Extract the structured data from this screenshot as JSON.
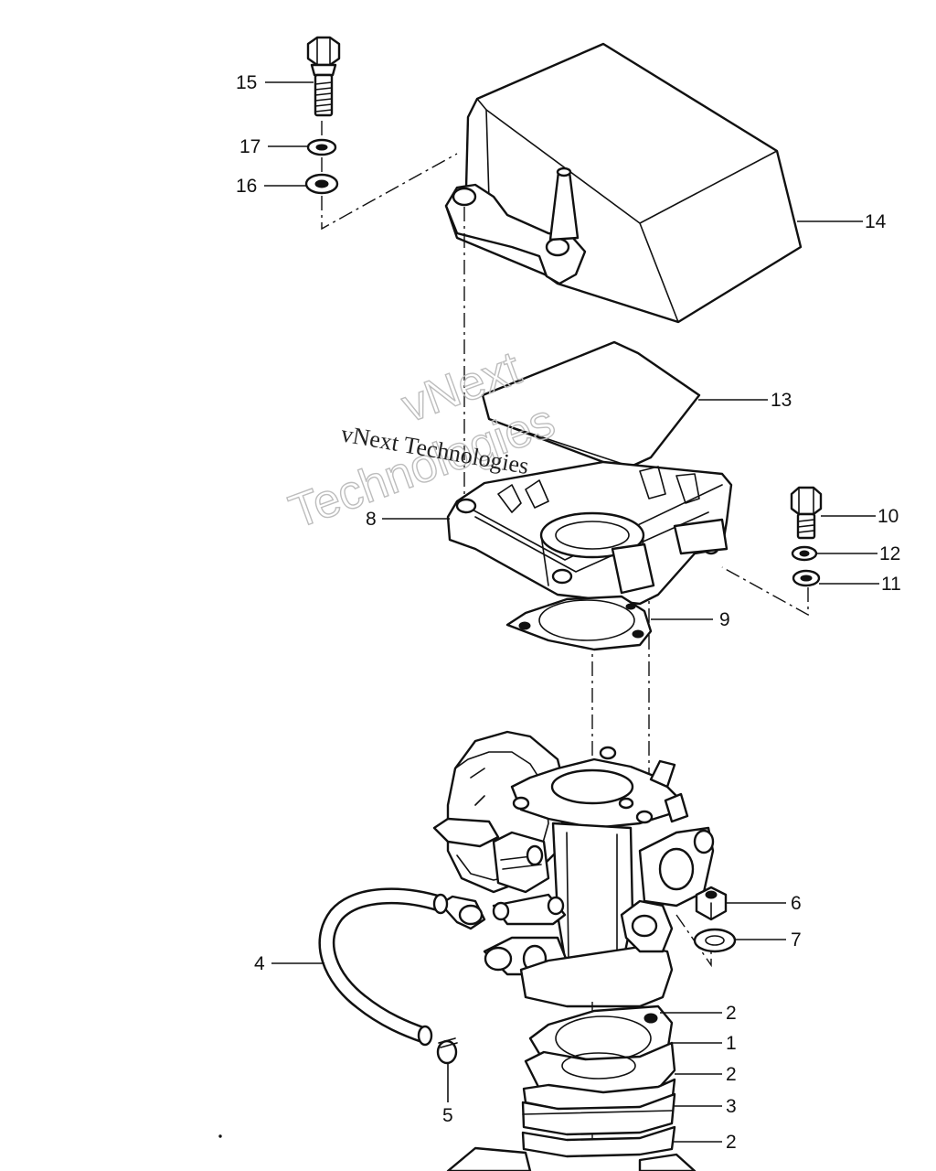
{
  "watermark": {
    "line_small": "vNext Technologies",
    "line_large_1": "vNext",
    "line_large_2": "Technologies"
  },
  "callouts": [
    {
      "id": "c15",
      "label": "15"
    },
    {
      "id": "c17",
      "label": "17"
    },
    {
      "id": "c16",
      "label": "16"
    },
    {
      "id": "c14",
      "label": "14"
    },
    {
      "id": "c13",
      "label": "13"
    },
    {
      "id": "c8",
      "label": "8"
    },
    {
      "id": "c10",
      "label": "10"
    },
    {
      "id": "c12",
      "label": "12"
    },
    {
      "id": "c11",
      "label": "11"
    },
    {
      "id": "c9",
      "label": "9"
    },
    {
      "id": "c6",
      "label": "6"
    },
    {
      "id": "c7",
      "label": "7"
    },
    {
      "id": "c4",
      "label": "4"
    },
    {
      "id": "c2a",
      "label": "2"
    },
    {
      "id": "c1",
      "label": "1"
    },
    {
      "id": "c2b",
      "label": "2"
    },
    {
      "id": "c3",
      "label": "3"
    },
    {
      "id": "c2c",
      "label": "2"
    },
    {
      "id": "c5",
      "label": "5"
    }
  ]
}
